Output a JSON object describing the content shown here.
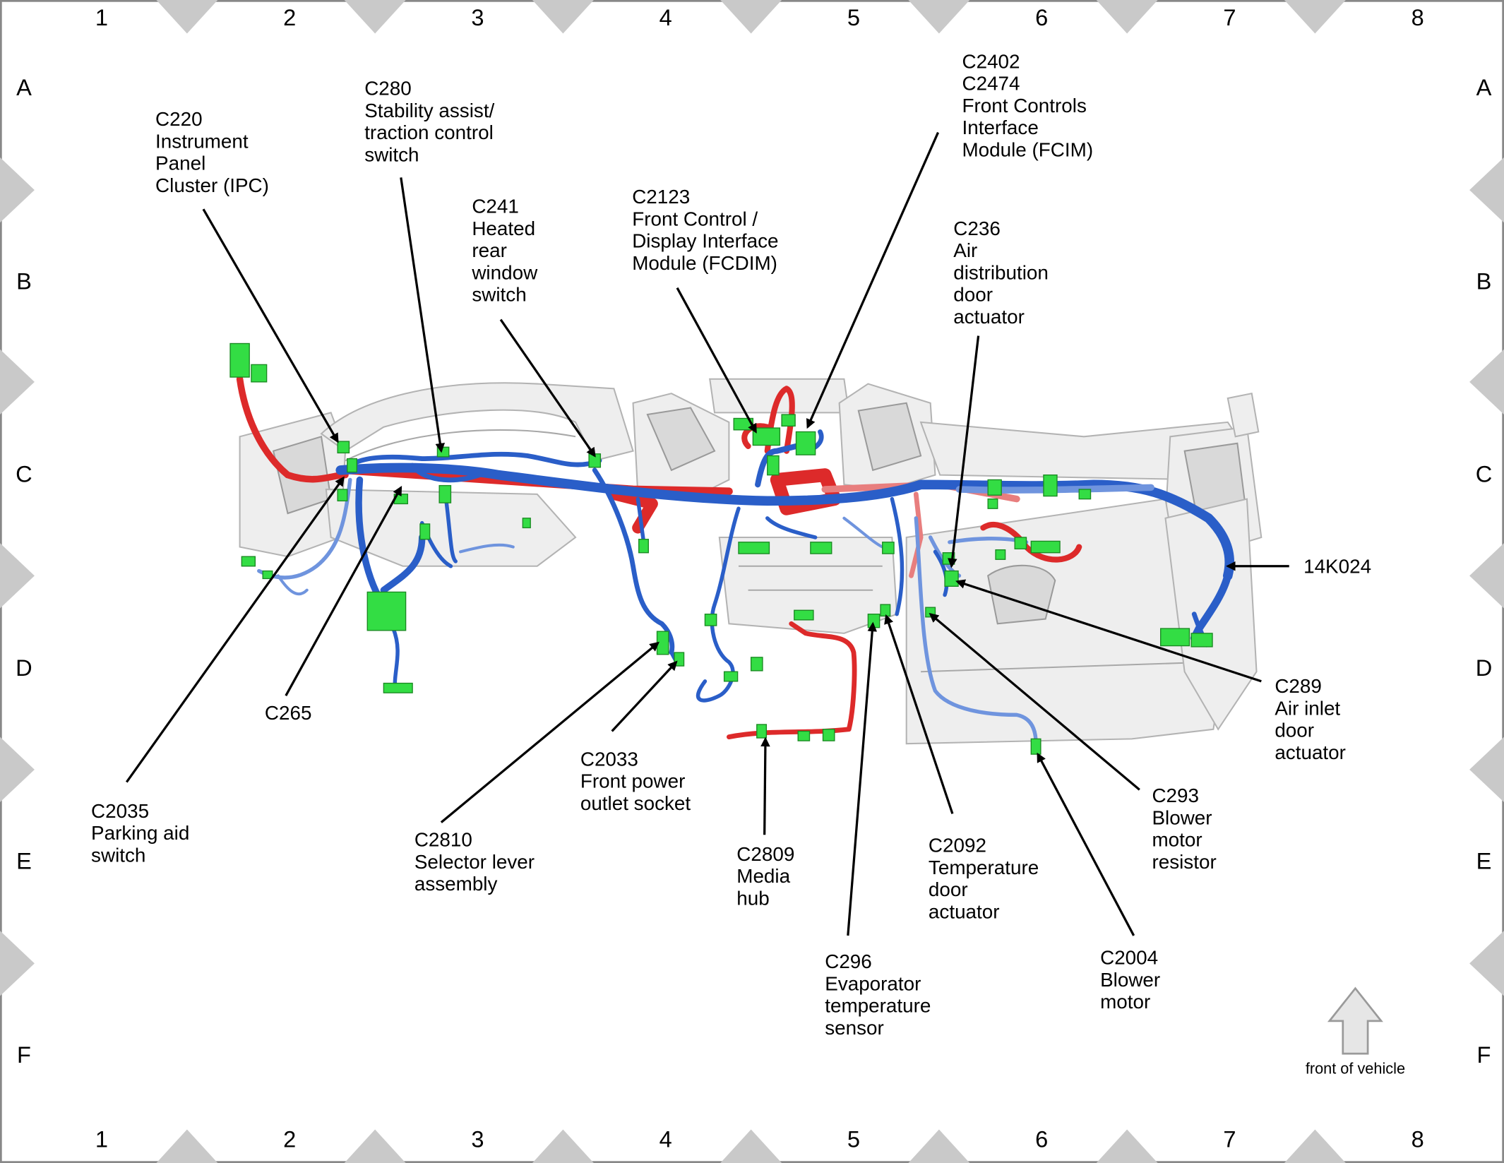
{
  "grid": {
    "columns": [
      "1",
      "2",
      "3",
      "4",
      "5",
      "6",
      "7",
      "8"
    ],
    "rows": [
      "A",
      "B",
      "C",
      "D",
      "E",
      "F"
    ]
  },
  "callouts": {
    "c220": [
      "C220",
      "Instrument",
      "Panel",
      "Cluster (IPC)"
    ],
    "c280": [
      "C280",
      "Stability assist/",
      "traction control",
      "switch"
    ],
    "c241": [
      "C241",
      "Heated",
      "rear",
      "window",
      "switch"
    ],
    "c2123": [
      "C2123",
      "Front Control /",
      "Display Interface",
      "Module (FCDIM)"
    ],
    "c2402": [
      "C2402",
      "C2474",
      "Front Controls",
      "Interface",
      "Module (FCIM)"
    ],
    "c236": [
      "C236",
      "Air",
      "distribution",
      "door",
      "actuator"
    ],
    "k14024": [
      "14K024"
    ],
    "c289": [
      "C289",
      "Air inlet",
      "door",
      "actuator"
    ],
    "c293": [
      "C293",
      "Blower",
      "motor",
      "resistor"
    ],
    "c2004": [
      "C2004",
      "Blower",
      "motor"
    ],
    "c2092": [
      "C2092",
      "Temperature",
      "door",
      "actuator"
    ],
    "c296": [
      "C296",
      "Evaporator",
      "temperature",
      "sensor"
    ],
    "c2809": [
      "C2809",
      "Media",
      "hub"
    ],
    "c2033": [
      "C2033",
      "Front power",
      "outlet socket"
    ],
    "c2810": [
      "C2810",
      "Selector lever",
      "assembly"
    ],
    "c2035": [
      "C2035",
      "Parking aid",
      "switch"
    ],
    "c265": [
      "C265"
    ]
  },
  "front_indicator": {
    "label": "front of vehicle",
    "icon": "up-arrow-icon"
  },
  "colors": {
    "harness_primary": "#2a5ec8",
    "harness_secondary": "#dd2a2a",
    "connector": "#33dd44",
    "grid_marker": "#c9c9c9"
  }
}
